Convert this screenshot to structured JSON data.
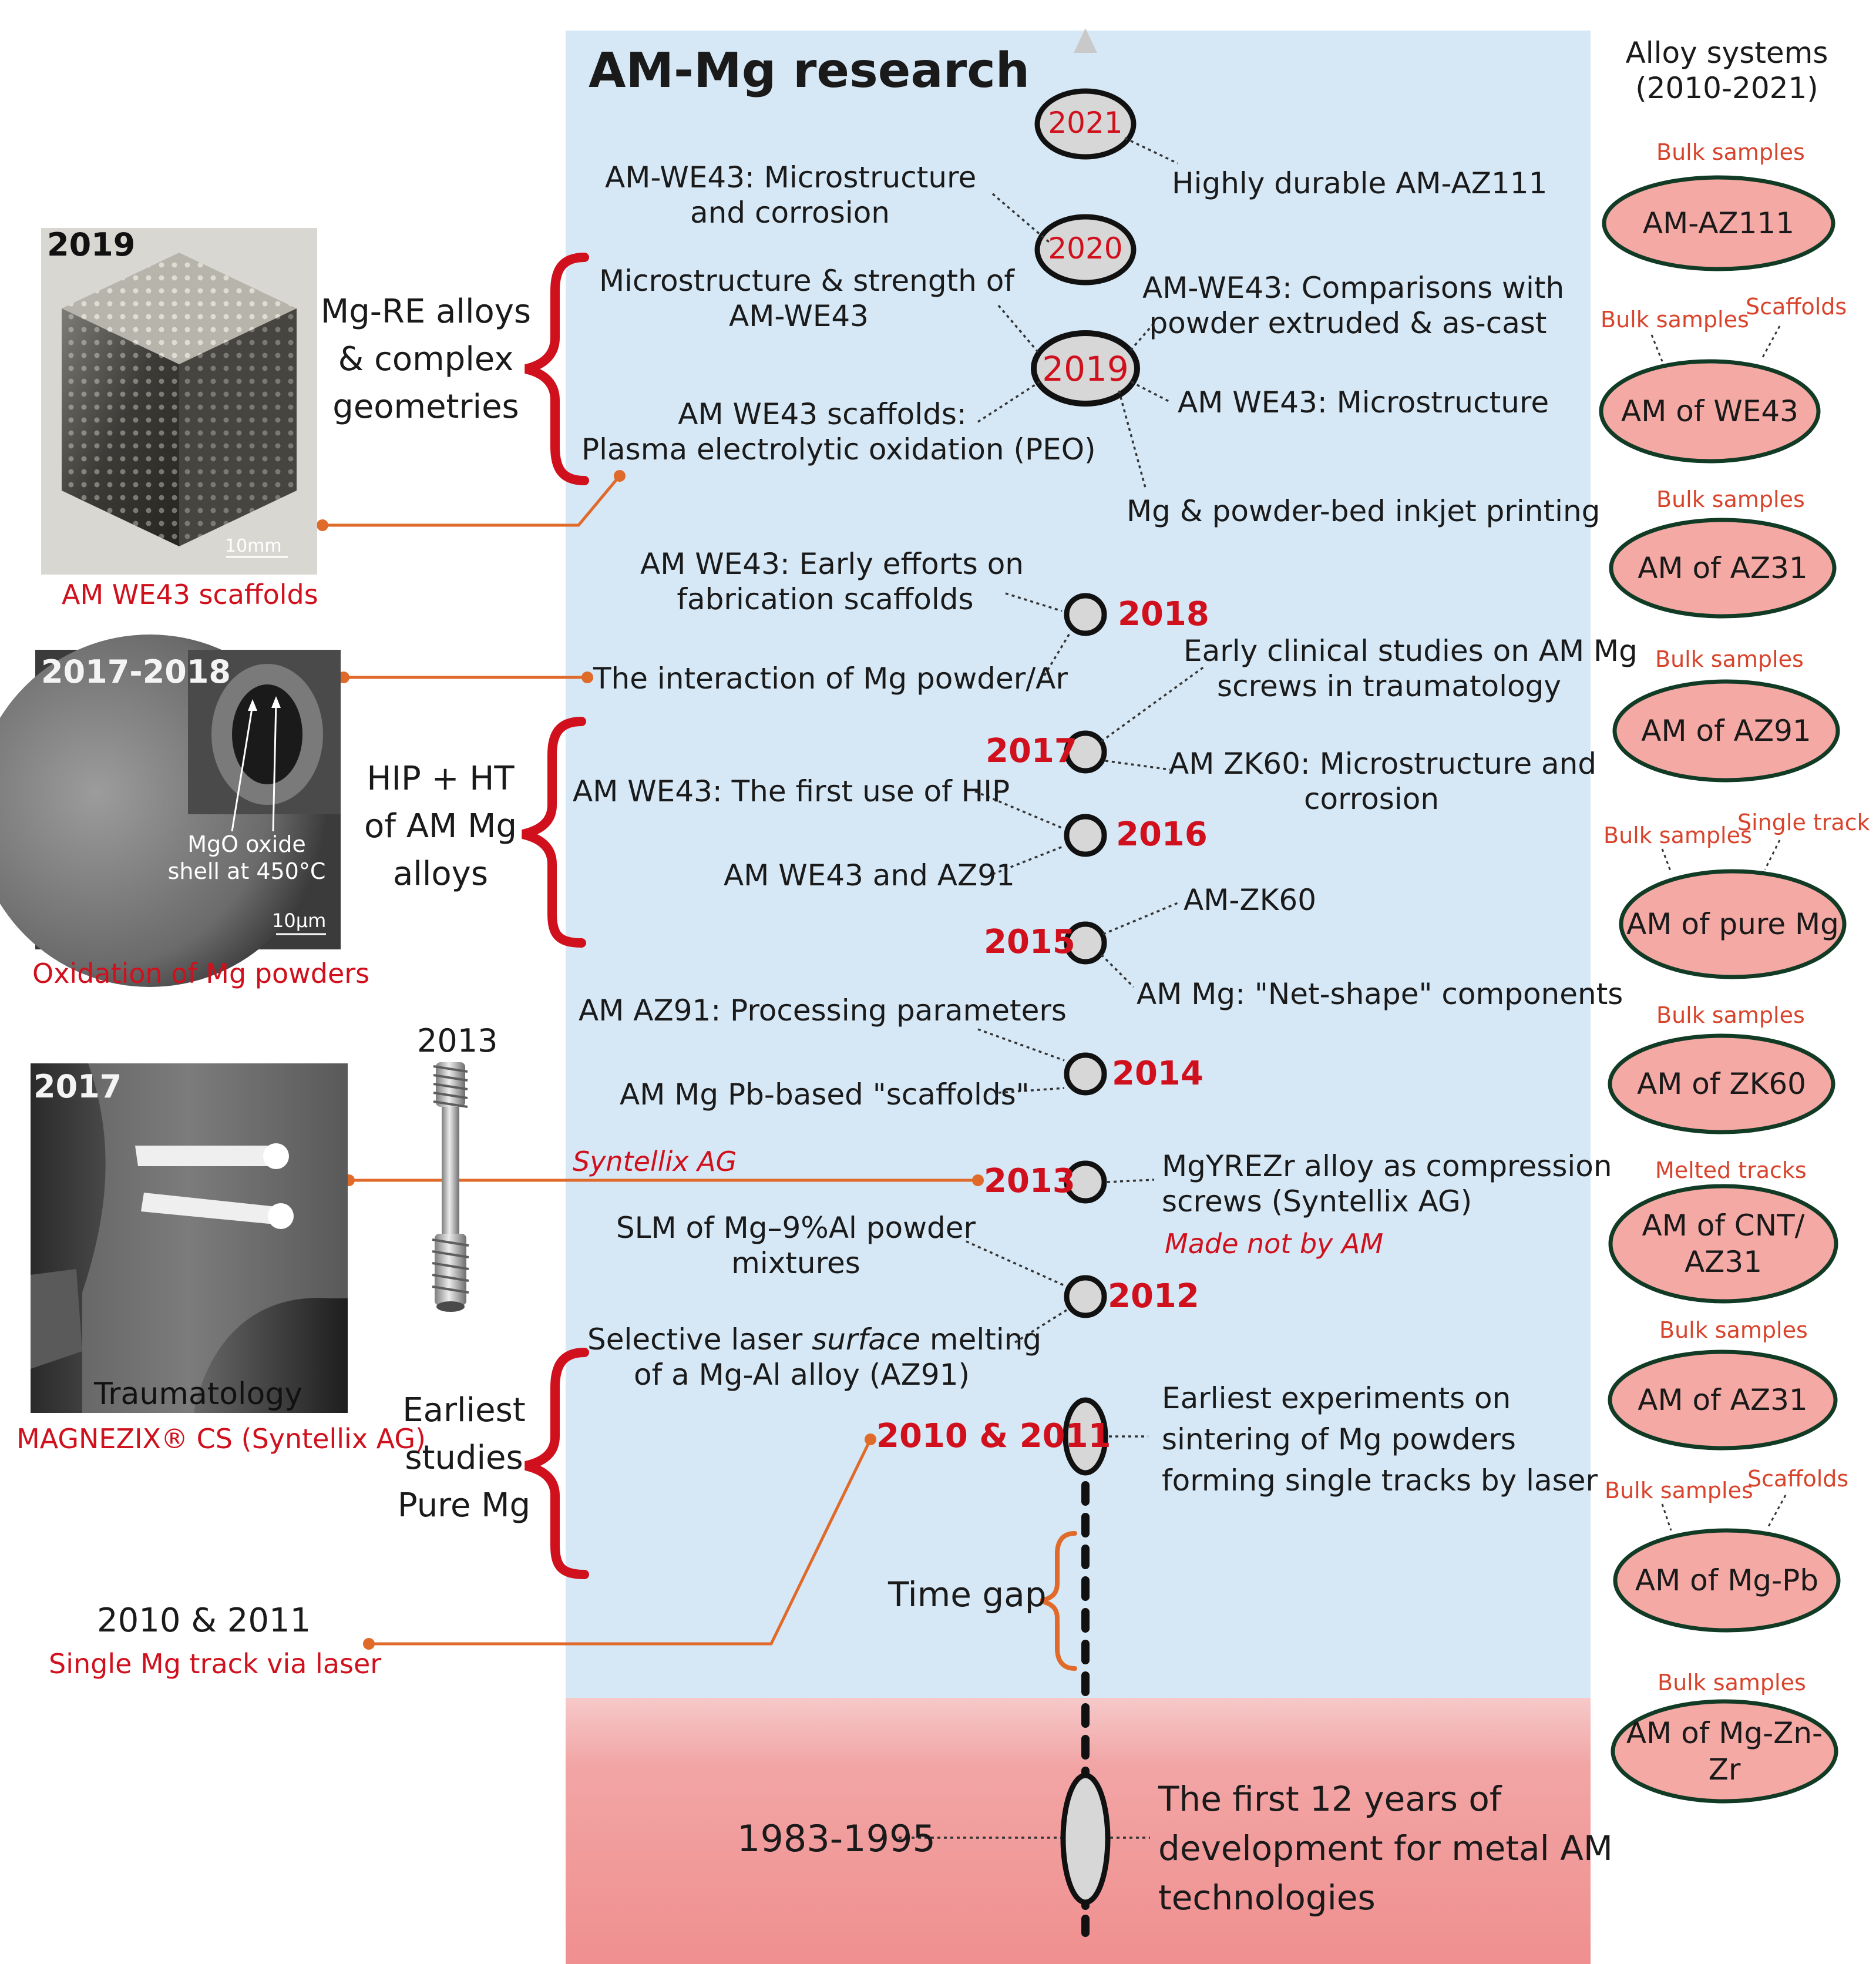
{
  "title": "AM-Mg research",
  "alloy_header": [
    "Alloy systems",
    "(2010-2021)"
  ],
  "years": {
    "y2021": "2021",
    "y2020": "2020",
    "y2019": "2019",
    "y2018": "2018",
    "y2017": "2017",
    "y2016": "2016",
    "y2015": "2015",
    "y2014": "2014",
    "y2013": "2013",
    "y2012": "2012",
    "y2010_2011": "2010 & 2011",
    "y1983": "1983-1995"
  },
  "events": {
    "highly_durable": "Highly durable AM-AZ111",
    "we43_micro_corr": [
      "AM-WE43: Microstructure",
      "and corrosion"
    ],
    "micro_strength": [
      "Microstructure & strength of",
      "AM-WE43"
    ],
    "we43_compare": [
      "AM-WE43: Comparisons with",
      "powder extruded & as-cast"
    ],
    "we43_scaffolds_peo": [
      "AM WE43 scaffolds:",
      "Plasma electrolytic oxidation (PEO)"
    ],
    "we43_micro": "AM WE43: Microstructure",
    "inkjet": "Mg & powder-bed inkjet printing",
    "early_scaffolds": [
      "AM WE43: Early efforts on",
      "fabrication scaffolds"
    ],
    "powder_ar": "The interaction of Mg powder/Ar",
    "clinical": [
      "Early clinical studies on AM Mg",
      "screws in traumatology"
    ],
    "zk60_micro": [
      "AM ZK60: Microstructure and",
      "corrosion"
    ],
    "hip_first": "AM WE43: The first use of HIP",
    "we43_az91": "AM WE43 and AZ91",
    "am_zk60": "AM-ZK60",
    "net_shape": "AM Mg: \"Net-shape\" components",
    "az91_params": "AM AZ91: Processing parameters",
    "pb_scaffolds": "AM Mg Pb-based \"scaffolds\"",
    "mgyrezr": [
      "MgYREZr alloy as compression",
      "screws (Syntellix AG)"
    ],
    "made_not_am": "Made not by AM",
    "slm": [
      "SLM of Mg–9%Al  powder",
      "mixtures"
    ],
    "surface_melting": [
      "Selective laser ",
      "surface",
      " melting",
      "of a Mg-Al alloy (AZ91)"
    ],
    "earliest_exp": [
      "Earliest experiments on",
      "sintering of Mg powders",
      "forming single tracks by laser"
    ],
    "time_gap": "Time gap",
    "first_12": [
      "The first 12 years of",
      "development for metal AM",
      "technologies"
    ]
  },
  "groups": {
    "mg_re": [
      "Mg-RE alloys",
      "& complex",
      "geometries"
    ],
    "hip": [
      "HIP + HT",
      "of AM Mg",
      "alloys"
    ],
    "earliest": [
      "Earliest",
      "studies",
      "Pure Mg"
    ]
  },
  "photos": {
    "p2019": {
      "year": "2019",
      "caption": "AM WE43 scaffolds",
      "scale": "10mm"
    },
    "p2017_2018": {
      "year": "2017-2018",
      "caption": "Oxidation of Mg powders",
      "inset": [
        "MgO oxide",
        "shell at 450°C"
      ],
      "scale": "10µm"
    },
    "p2017": {
      "year": "2017",
      "label": "Traumatology",
      "caption": "MAGNEZIX® CS (Syntellix AG)"
    },
    "screw_year": "2013",
    "syntellix": "Syntellix AG",
    "single_track": {
      "year": "2010 & 2011",
      "caption": "Single Mg track via laser"
    }
  },
  "alloys": [
    {
      "name": "AM-AZ111",
      "tags": [
        "Bulk samples"
      ]
    },
    {
      "name": "AM of WE43",
      "tags": [
        "Bulk samples",
        "Scaffolds"
      ]
    },
    {
      "name": "AM of AZ31",
      "tags": [
        "Bulk samples"
      ]
    },
    {
      "name": "AM of AZ91",
      "tags": [
        "Bulk samples"
      ]
    },
    {
      "name": "AM of pure Mg",
      "tags": [
        "Bulk samples",
        "Single track"
      ]
    },
    {
      "name": "AM of ZK60",
      "tags": [
        "Bulk samples"
      ]
    },
    {
      "name": "AM of CNT/ AZ31",
      "tags": [
        "Melted tracks"
      ]
    },
    {
      "name": "AM of AZ31",
      "tags": [
        "Bulk samples"
      ]
    },
    {
      "name": "AM of Mg-Pb",
      "tags": [
        "Bulk samples",
        "Scaffolds"
      ]
    },
    {
      "name": "AM of Mg-Zn-Zr",
      "tags": [
        "Bulk samples"
      ]
    }
  ],
  "colors": {
    "panel_blue": "#d6e8f6",
    "panel_pink": "#f2a7a7",
    "accent_red": "#d0101c",
    "orange_line": "#e06a2a",
    "alloy_fill": "#f4a9a4",
    "alloy_border": "#123b26"
  }
}
